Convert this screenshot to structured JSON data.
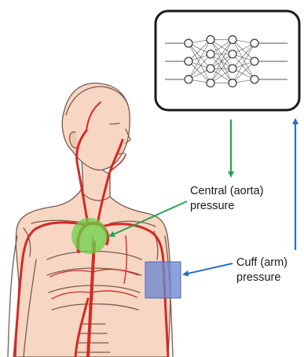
{
  "labels": {
    "central": {
      "line1": "Central (aorta)",
      "line2": "pressure"
    },
    "cuff": {
      "line1": "Cuff (arm)",
      "line2": "pressure"
    }
  },
  "colors": {
    "skin": "#f7d6c4",
    "skin_outline": "#7a5b4f",
    "artery": "#d42a22",
    "heart_highlight": "#69d24a",
    "cuff": "#6d87d2",
    "green_arrow": "#22a54a",
    "blue_arrow": "#2b6dc0",
    "network_box_border": "#1a1a1a"
  },
  "icons": {
    "network": "neural-network-icon",
    "figure": "human-torso-anatomy-illustration"
  },
  "network": {
    "layers": [
      3,
      4,
      4,
      3
    ]
  }
}
